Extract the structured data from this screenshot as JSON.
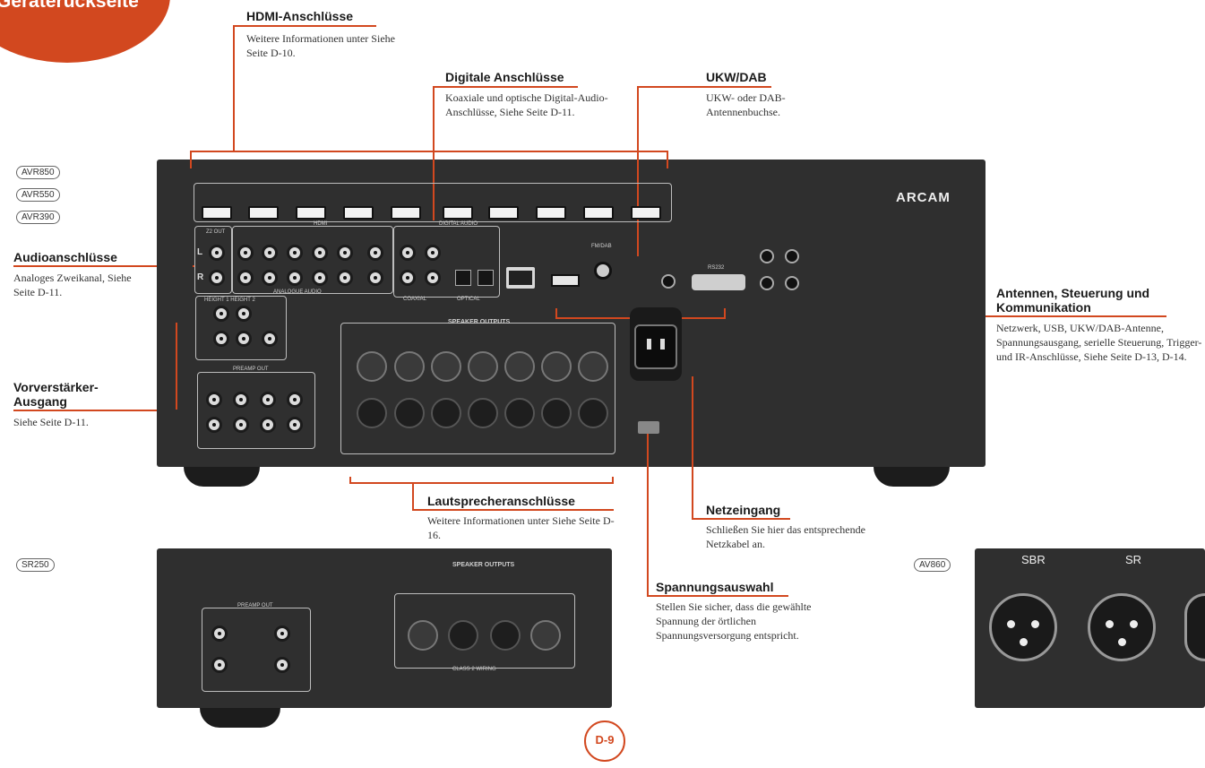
{
  "corner_tab": {
    "label": "Geräterückseite"
  },
  "sections": {
    "hdmi": {
      "title": "HDMI-Anschlüsse",
      "body": "Weitere Informationen unter Siehe Seite D-10."
    },
    "digital": {
      "title": "Digitale Anschlüsse",
      "body": "Koaxiale und optische Digital-Audio-Anschlüsse, Siehe Seite D-11."
    },
    "ukw": {
      "title": "UKW/DAB",
      "body": "UKW- oder DAB-Antennenbuchse."
    },
    "audio": {
      "title": "Audioanschlüsse",
      "body": "Analoges Zweikanal, Siehe Seite D-11."
    },
    "antennen": {
      "title_line1": "Antennen, Steuerung und",
      "title_line2": "Kommunikation",
      "body": "Netzwerk, USB, UKW/DAB-Antenne, Spannungsausgang, serielle Steuerung, Trigger- und IR-Anschlüsse, Siehe Seite D-13, D-14."
    },
    "vorverstaerker": {
      "title_line1": "Vorverstärker-",
      "title_line2": "Ausgang",
      "body": "Siehe Seite D-11."
    },
    "lautsprecher": {
      "title": "Lautsprecheranschlüsse",
      "body": "Weitere Informationen unter Siehe Seite D-16."
    },
    "netz": {
      "title": "Netzeingang",
      "body": "Schließen Sie hier das entsprechende Netzkabel an."
    },
    "spannung": {
      "title": "Spannungsauswahl",
      "body": "Stellen Sie sicher, dass die gewählte Spannung der örtlichen Spannungsversorgung entspricht."
    }
  },
  "model_badges": [
    "AVR850",
    "AVR550",
    "AVR390",
    "SR250",
    "AV860"
  ],
  "device": {
    "brand": "ARCAM",
    "hdmi_label": "HDMI",
    "digital_audio_label": "DIGITAL AUDIO",
    "analogue_audio_label": "ANALOGUE AUDIO",
    "speaker_outputs_label": "SPEAKER OUTPUTS",
    "class_wiring_label": "CLASS 2 WIRING",
    "preamp_out_label": "PREAMP OUT",
    "fm_dab_label": "FM/DAB",
    "rs232_label": "RS232",
    "coaxial_label": "COAXIAL",
    "optical_label": "OPTICAL",
    "zone2_label": "Z2 OUT",
    "height_labels": "HEIGHT 1  HEIGHT 2",
    "lr_left": "L",
    "lr_right": "R",
    "sbr": "SBR",
    "sr": "SR"
  },
  "page_number": "D-9",
  "colors": {
    "accent": "#d2481f",
    "panel": "#2f2f2f"
  }
}
